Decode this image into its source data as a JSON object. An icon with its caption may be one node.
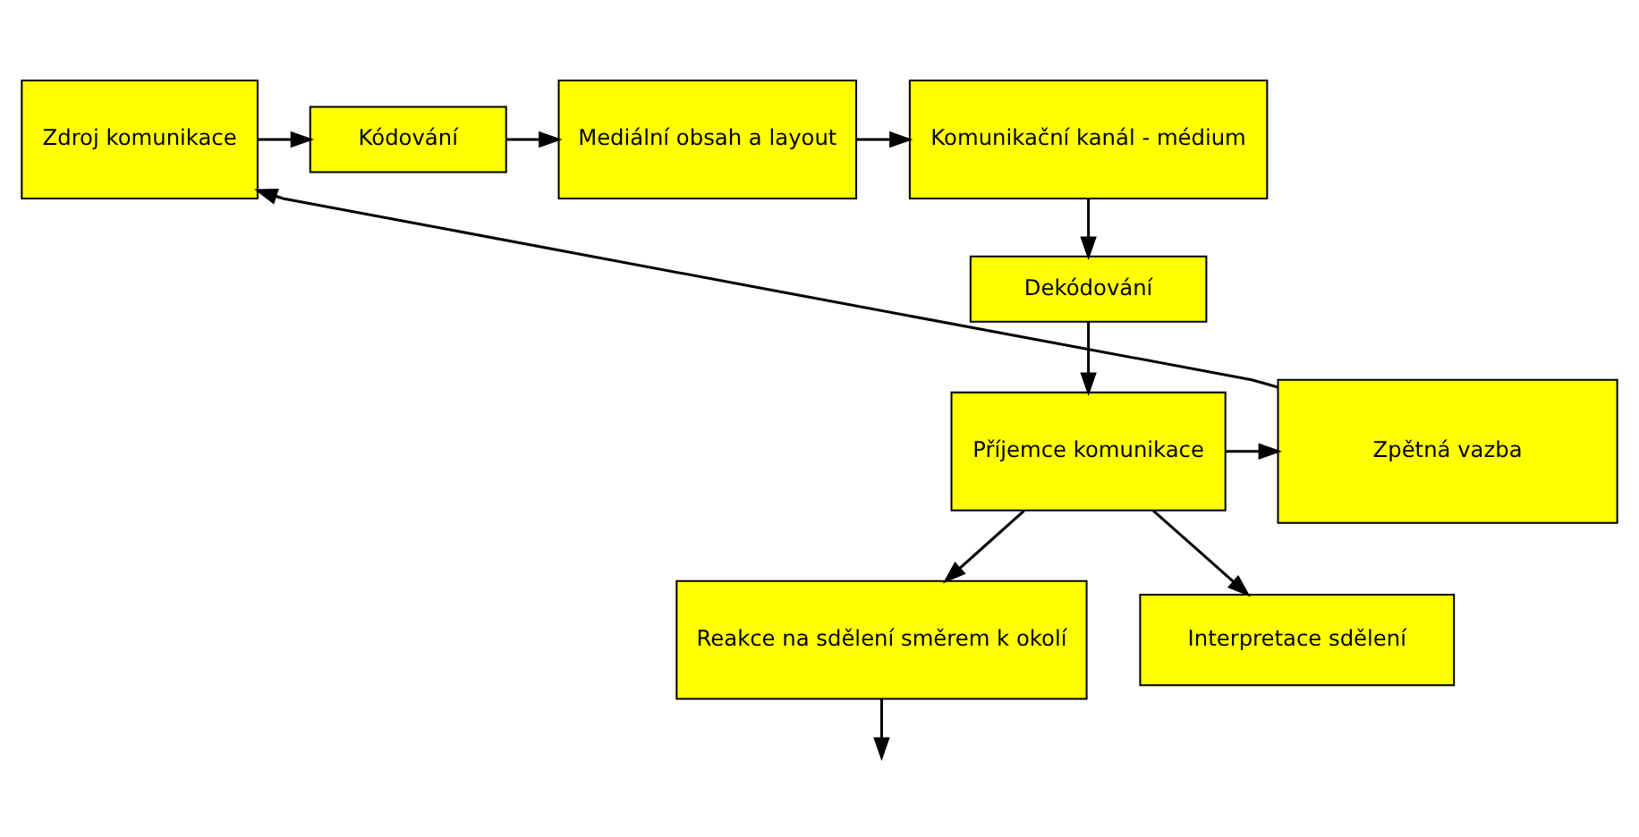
{
  "diagram": {
    "nodes": [
      {
        "text": [
          "Zdroj komunikace"
        ]
      },
      {
        "text": [
          "Kódování"
        ]
      },
      {
        "text": [
          "Mediální obsah a layout"
        ]
      },
      {
        "text": [
          "Komunikační kanál - médium"
        ]
      },
      {
        "text": [
          "Dekódování"
        ]
      },
      {
        "text": [
          "Zpětná vazba"
        ]
      },
      {
        "text": [
          "Příjemce komunikace"
        ]
      },
      {
        "text": [
          "Reakce na sdělení směrem k okolí"
        ]
      },
      {
        "text": [
          "Interpretace sdělení"
        ]
      }
    ],
    "edges": [
      {
        "from": 0,
        "to": 1,
        "arrow": "to"
      },
      {
        "from": 1,
        "to": 2,
        "arrow": "to"
      },
      {
        "from": 2,
        "to": 3,
        "arrow": "to"
      },
      {
        "from": 3,
        "to": 4,
        "arrow": "to"
      },
      {
        "from": 4,
        "to": 6,
        "arrow": "to"
      },
      {
        "from": 6,
        "to": 5,
        "arrow": "to"
      },
      {
        "from": 5,
        "to": 0,
        "arrow": "to"
      },
      {
        "from": 6,
        "to": 7,
        "arrow": "to"
      },
      {
        "from": 6,
        "to": 8,
        "arrow": "to"
      },
      {
        "from": 7,
        "to": null,
        "arrow": "to"
      }
    ]
  }
}
